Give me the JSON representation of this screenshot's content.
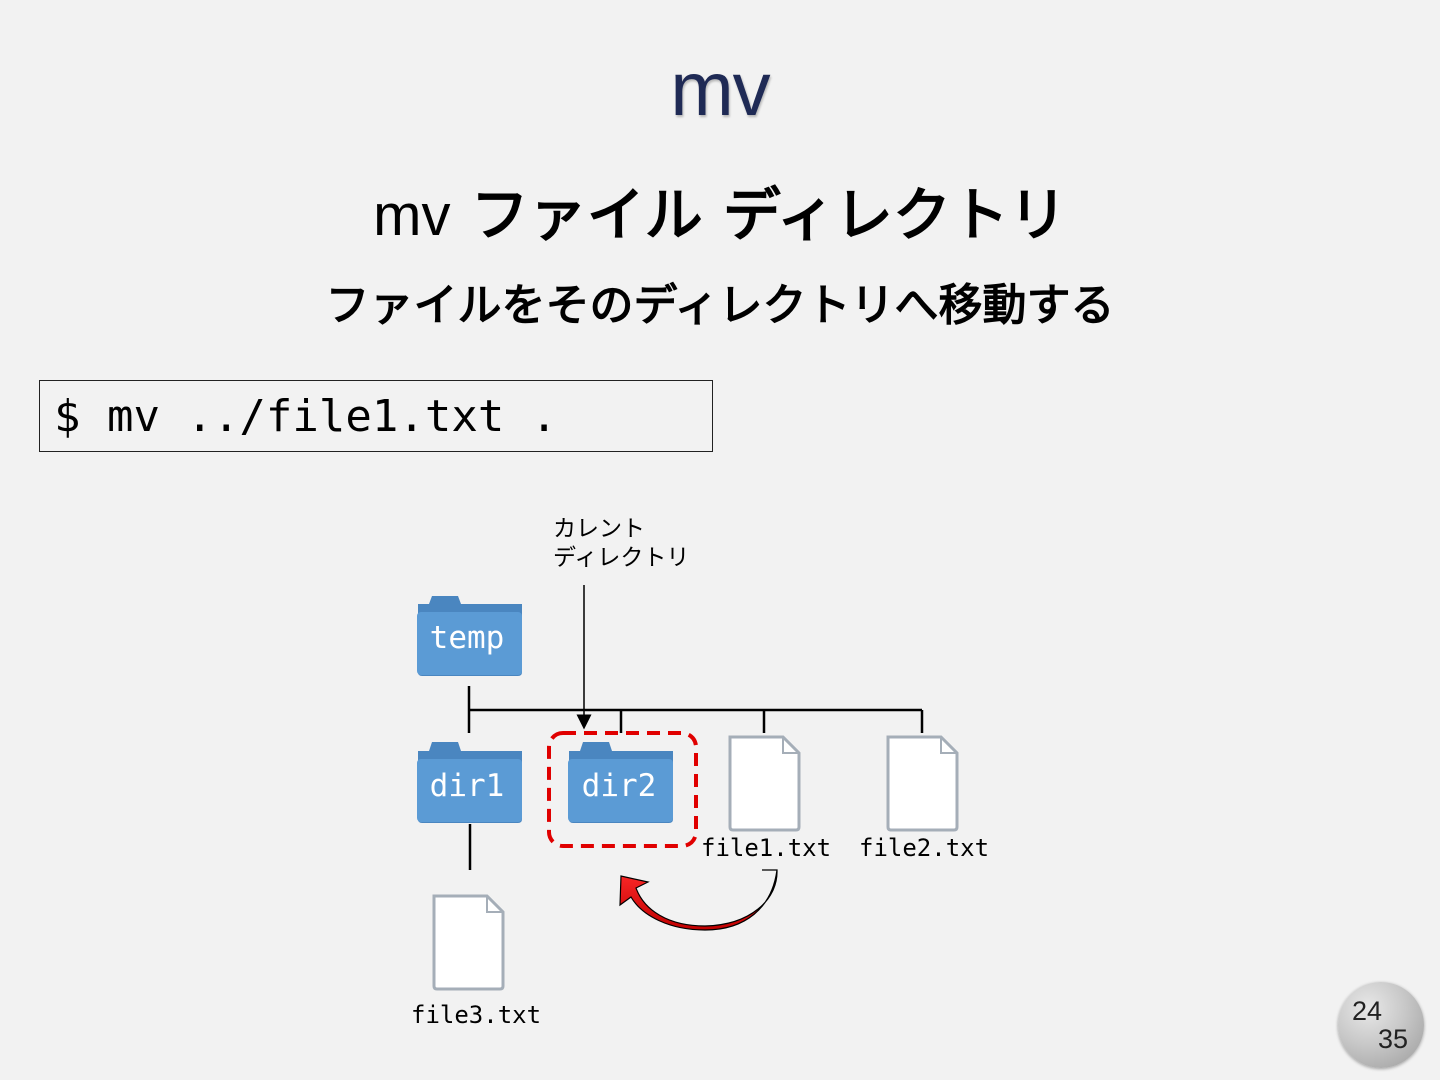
{
  "slide": {
    "title": "mv",
    "syntax_cmd": "mv",
    "syntax_args": "ファイル ディレクトリ",
    "description": "ファイルをそのディレクトリへ移動する",
    "command": "$ mv ../file1.txt ."
  },
  "diagram": {
    "current_label_line1": "カレント",
    "current_label_line2": "ディレクトリ",
    "root": "temp",
    "dir1": "dir1",
    "dir2": "dir2",
    "file1": "file1.txt",
    "file2": "file2.txt",
    "file3": "file3.txt",
    "colors": {
      "folder": "#5b9bd5",
      "folder_dark": "#4a86c0",
      "highlight": "#e00000",
      "arrow": "#e00000"
    }
  },
  "page_number": {
    "current": "24",
    "total": "35"
  }
}
